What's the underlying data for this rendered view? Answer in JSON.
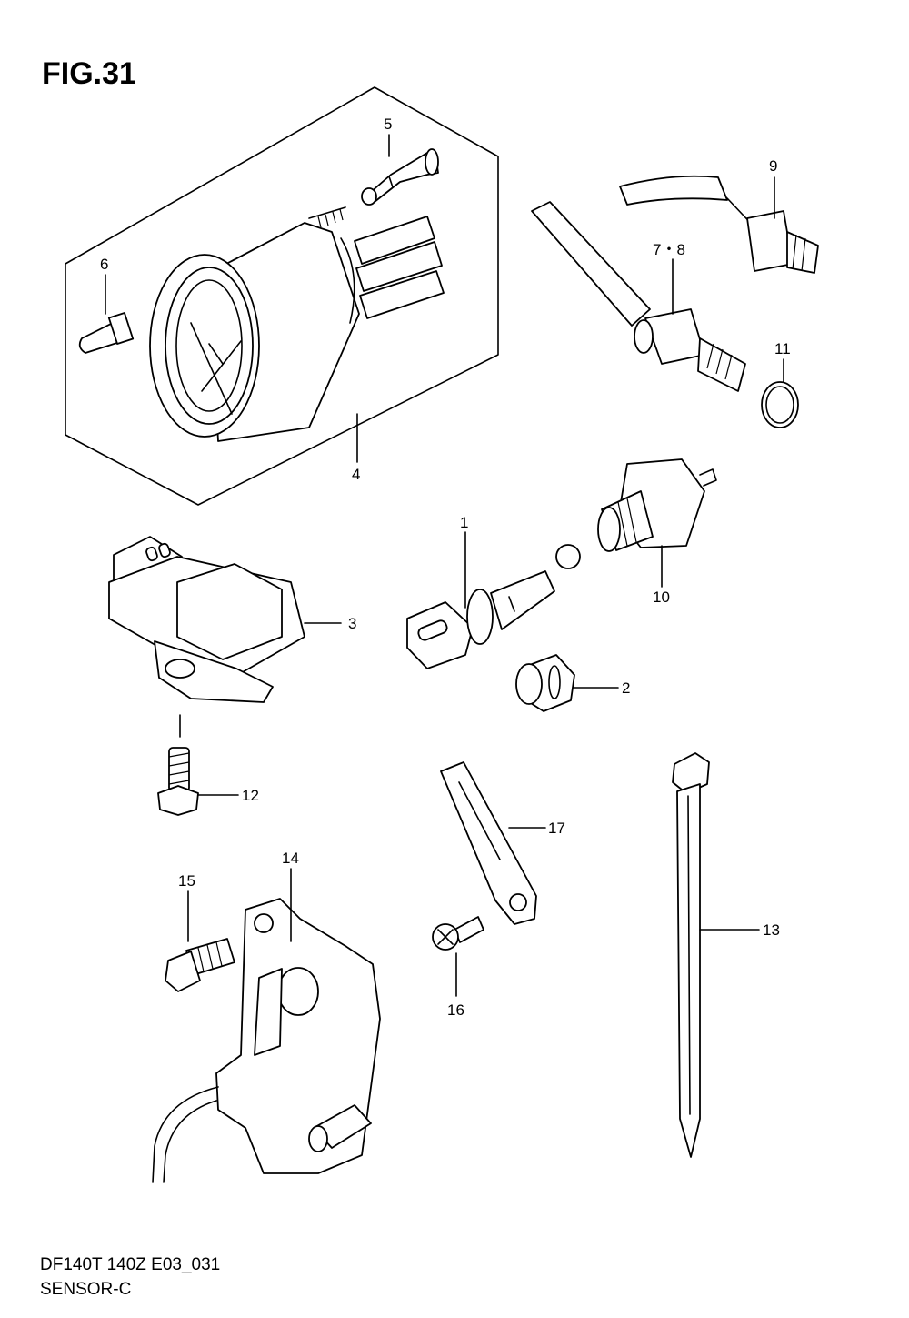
{
  "figure": {
    "title": "FIG.31",
    "code": "DF140T 140Z E03_031",
    "name": "SENSOR-C"
  },
  "callouts": {
    "c1": "1",
    "c2": "2",
    "c3": "3",
    "c4": "4",
    "c5": "5",
    "c6": "6",
    "c78": "7・8",
    "c9": "9",
    "c10": "10",
    "c11": "11",
    "c12": "12",
    "c13": "13",
    "c14": "14",
    "c15": "15",
    "c16": "16",
    "c17": "17"
  }
}
